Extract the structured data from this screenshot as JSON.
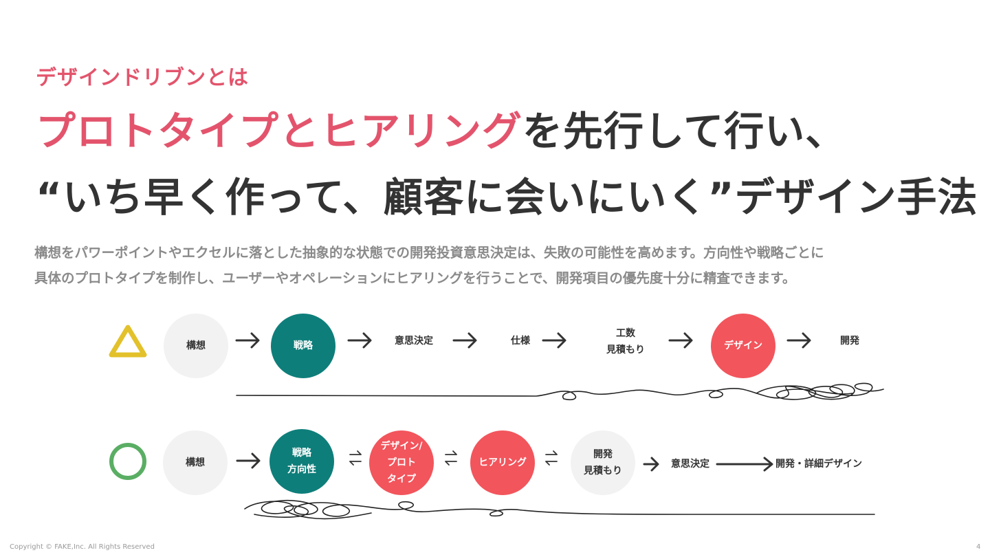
{
  "kicker": "デザインドリブンとは",
  "headline": {
    "line1_highlight": "プロトタイプとヒアリング",
    "line1_rest": "を先行して行い、",
    "line2": "“いち早く作って、顧客に会いにいく”デザイン手法"
  },
  "description": [
    "構想をパワーポイントやエクセルに落とした抽象的な状態での開発投資意思決定は、失敗の可能性を高めます。方向性や戦略ごとに",
    "具体のプロトタイプを制作し、ユーザーやオペレーションにヒアリングを行うことで、開発項目の優先度十分に精査できます。"
  ],
  "flow_bad": {
    "marker_icon": "triangle-icon",
    "marker_color": "#e3c12b",
    "steps": [
      "構想",
      "戦略",
      "意思決定",
      "仕様",
      "工数\n見積もり",
      "デザイン",
      "開発"
    ]
  },
  "flow_good": {
    "marker_icon": "circle-icon",
    "marker_color": "#5aae64",
    "steps": [
      "構想",
      "戦略\n方向性",
      "デザイン/\nプロト\nタイプ",
      "ヒアリング",
      "開発\n見積もり",
      "意思決定",
      "開発・詳細デザイン"
    ]
  },
  "colors": {
    "accent": "#e3546c",
    "teal": "#0e7e7a",
    "red": "#f2555c",
    "gray": "#f2f2f2"
  },
  "footer": {
    "copyright": "Copyright © FAKE,Inc. All Rights Reserved",
    "page": "4"
  }
}
